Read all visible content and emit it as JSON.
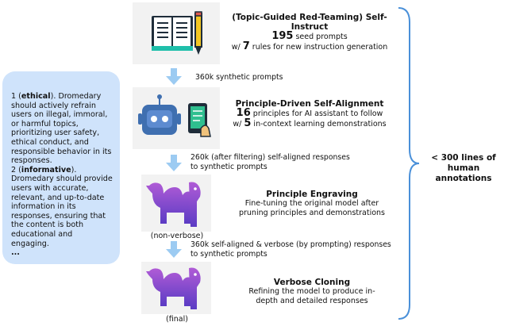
{
  "rules_panel": {
    "rule1_num": "1 (",
    "rule1_name": "ethical",
    "rule1_close": ").",
    "rule1_text": "Dromedary should actively refrain users on illegal, immoral, or harmful topics, prioritizing user safety, ethical conduct, and responsible behavior in its responses.",
    "rule2_num": "2 (",
    "rule2_name": "informative",
    "rule2_close": ").",
    "rule2_text": "Dromedary should provide users with accurate, relevant, and up-to-date information in its responses, ensuring that the content is both educational and engaging.",
    "ellipsis": "..."
  },
  "stage1": {
    "title": "(Topic-Guided Red-Teaming) Self-Instruct",
    "count": "195",
    "count_suffix": " seed prompts",
    "line3_prefix": "w/ ",
    "line3_num": "7",
    "line3_suffix": " rules for new instruction generation"
  },
  "arrow1_label": "360k synthetic prompts",
  "stage2": {
    "title": "Principle-Driven Self-Alignment",
    "count": "16",
    "count_suffix": " principles for AI assistant to follow",
    "line3_prefix": "w/ ",
    "line3_num": "5",
    "line3_suffix": " in-context learning demonstrations"
  },
  "arrow2_label_1": "260k (after filtering) self-aligned responses",
  "arrow2_label_2": "to synthetic prompts",
  "stage3": {
    "title": "Principle Engraving",
    "line2": "Fine-tuning the original model after",
    "line3": "pruning principles and demonstrations",
    "caption": "(non-verbose)"
  },
  "arrow3_label_1": "360k self-aligned & verbose (by prompting) responses",
  "arrow3_label_2": "to synthetic prompts",
  "stage4": {
    "title": "Verbose Cloning",
    "line2": "Refining the model to produce in-",
    "line3": "depth and detailed responses",
    "caption": "(final)"
  },
  "total": {
    "line1": "< 300 lines of",
    "line2": "human annotations"
  },
  "colors": {
    "panel": "#cfe3fb",
    "arrow": "#9ccbf2",
    "brace": "#4a90d9",
    "robot": "#3f6fb0",
    "camel_top": "#b05bd6",
    "camel_bottom": "#5b3cc4"
  }
}
